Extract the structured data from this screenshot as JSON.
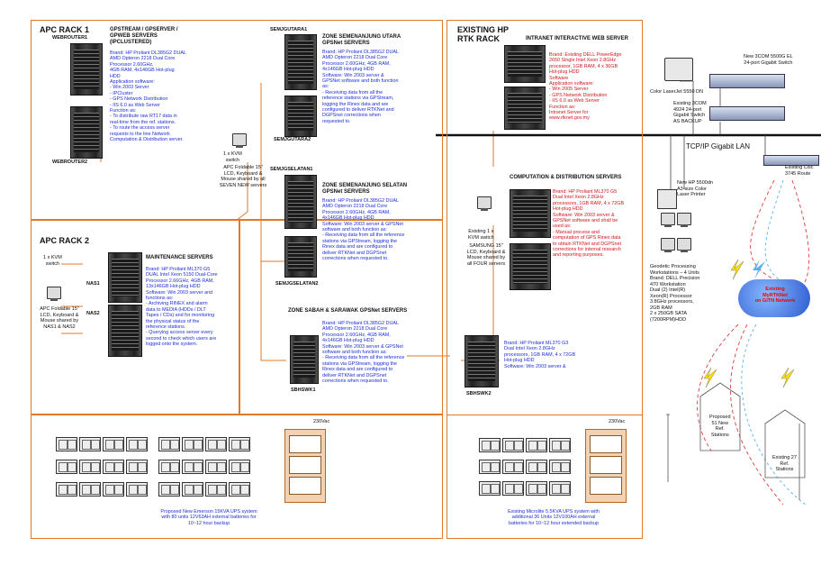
{
  "apc_rack1": {
    "title": "APC RACK 1",
    "webrouter1": "WEBROUTER1",
    "webrouter2": "WEBROUTER2",
    "servers_header": "GPSTREAM / GPSERVER /\nGPWEB SERVERS\n(IPCLUSTERED)",
    "servers_text": "Brand: HP Proliant DL385G2 DUAL\nAMD Opteron 2218 Dual Core\nProcessor 2.60GHz,\n 4GB RAM, 4x146GB Hot-plug\nHDD\nApplication software:\n- Win 2003 Server\n- IPCluster\n- GPS Network Distribution\n- IIS 6.0 as Web Server\nFunction as:\n- To distribute raw RT17 data in\nreal-time from the ref. stations.\n- To route the access server\nrequests to the line Network\nComputation & Distribution server.",
    "kvm": "1 x KVM\nswitch",
    "foldable": "APC Foldable 15\"\nLCD, Keyboard &\nMouse shared by all\nSEVEN NEW servers"
  },
  "zone_utara": {
    "header": "ZONE SEMENANJUNG UTARA\nGPSNet SERVERS",
    "rack1": "SEMJGUTARA1",
    "rack2": "SEMJGUTARA2",
    "text": "Brand: HP Proliant DL385G2 DUAL\nAMD Opteron 2218 Dual Core\nProcessor 2.60GHz, 4GB RAM,\n4x146GB Hot-plug HDD\nSoftware: Win 2003 server &\nGPSNet software and both function\nas:\n- Receiving data from all the\nreference stations via GPStream,\nlogging the Rinex data and are\nconfigured to deliver RTKNet and\nDGPSnet corrections when\nrequested to."
  },
  "zone_selatan": {
    "header": "ZONE SEMENANJUNG SELATAN\nGPSNet SERVERS",
    "rack1": "SEMJGSELATAN1",
    "rack2": "SEMJGSELATAN2",
    "text": "Brand: HP Proliant DL385G2 DUAL\nAMD Opteron 2218 Dual Core\nProcessor 2.60GHz, 4GB RAM,\n4x146GB Hot-plug HDD\nSoftware: Win 2003 server & GPSNet\nsoftware and both function as:\n- Receiving data from all the reference\nstations via GPStream, logging the\nRinex data and are configured to\ndeliver RTKNet and DGPSnet\ncorrections when requested to."
  },
  "apc_rack2": {
    "title": "APC RACK 2",
    "kvm": "1 x KVM\nswitch",
    "foldable": "APC Foldable 15\"\nLCD, Keyboard &\nMouse shared by\nNAS1 & NAS2",
    "nas1": "NAS1",
    "nas2": "NAS2",
    "header": "MAINTENANCE SERVERS",
    "text": "Brand: HP Proliant ML370 G5\nDUAL Intel Xeon 5150 Dual-Core\nProcessor 2.66GHz, 4GB RAM,\n13x146GB Hot-plug HDD\nSoftware: Win 2003 server and\nfunctions as:\n- Archiving RINEX and alarm\ndata to MEDIA (HDDs / DLT\nTapes / CDs) and for monitoring\nthe physical status of the\nreference stations.\n- Querying access server every\nsecond to check which users are\nlogged onto the system."
  },
  "zone_sabah": {
    "header": "ZONE SABAH & SARAWAK GPSNet SERVERS",
    "rack": "SBHSWK1",
    "text": "Brand: HP Proliant DL385G2 DUAL\nAMD Opteron 2218 Dual Core\nProcessor 2.60GHz, 4GB RAM,\n4x146GB Hot-plug HDD\nSoftware: Win 2003 server & GPSNet\nsoftware and both function as:\n- Receiving data from all the reference\nstations via GPStream, logging the\nRinex data and are configured to\ndeliver RTKNet and DGPSnet\ncorrections when requested to."
  },
  "ups_new": {
    "label_230": "230Vac",
    "text": "Proposed New Emerson 15KVA UPS system\nwith 80 units 12V63AH external batteries for\n10~12 hour backup"
  },
  "hp_rack": {
    "title": "EXISTING  HP\nRTK RACK",
    "web_header": "INTRANET INTERACTIVE WEB SERVER",
    "web_text": "Brand: Existing DELL PowerEdge\n2650 Single Intel Xeon 2.8GHz\nprocessor, 1GB RAM, 4 x 36GB\nHot-plug HDD\nSoftware\nApplication software:\n- Win 2005 Server\n- GPS Network Distribution\n- IIS 6.0 as Web Server\nFunction as:\nIntranet Server for\nwww.rtknet.gov.my",
    "comp_header": "COMPUTATION & DISTRIBUTION SERVERS",
    "comp_text": "Brand: HP Proliant ML370 G5\nDual Intel Xeon 2.8GHz\nprocessors, 1GB RAM, 4 x 72GB\nHot-plug HDD\nSoftware: Win 2003 server &\nGPSNet software and shall be\nused as:\n- Manual process and\ncomputation of GPS Rinex data\nto obtain RTKNet and DGPSnet\ncorrections for internal research\nand reporting purposes.",
    "kvm": "Existing 1 x\nKVM switch",
    "samsung": "SAMSUNG 15\"\nLCD, Keyboard &\nMouse shared by\nall FOUR servers",
    "sbh2": "SBHSWK2",
    "sbh2_text": "Brand: HP Proliant ML370 G3\nDual Intel Xeon 2.8GHz\nprocessors, 1GB RAM, 4 x 72GB\nHot-plug HDD\nSoftware: Win 2003 server &",
    "label_230": "230Vac",
    "ups_text": "Existing Microlite 5.5KVA UPS system with\nadditional 36 Units 12V100AH external\nbatteries for 10~12 hour extended backup"
  },
  "network": {
    "printer1": "Color LaserJet 5550 DN",
    "switch_new": "New 3COM 5500G EL\n24-port Gigabit Switch",
    "switch_old": "Existing 3COM\n4924 24-port\nGigabit Switch\nAS BACKUP",
    "lan": "TCP/IP Gigabit LAN",
    "router": "Existing Cisc\n3745 Route",
    "printer2": "New HP 5500dn\nA3-size Color\nLaser Printer",
    "workstations": "Geodetic Processing\nWorkstations – 4 Units\nBrand: DELL Precision\n470 Workstation\nDual (2) Intel(R)\nXeon(R) Processor\n3.8GHz processors,\n2GB RAM\n2 x 250GB SATA\n(7200RPM)HDD",
    "cloud": "Existing\nMyRTKNet\non GITN Network",
    "proposed": "Proposed\n51 New\nRef.\nStations",
    "existing27": "Existing 27\nRef.\nStations"
  }
}
